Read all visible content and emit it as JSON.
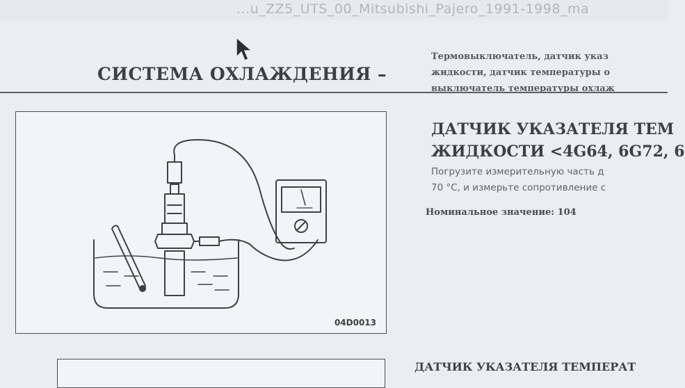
{
  "window": {
    "title": "...u_ZZ5_UTS_00_Mitsubishi_Pajero_1991-1998_ma"
  },
  "header": {
    "section_title": "СИСТЕМА ОХЛАЖДЕНИЯ –",
    "desc_lines": [
      "Термовыключатель, датчик указ",
      "жидкости, датчик температуры о",
      "выключатель температуры охлаж"
    ]
  },
  "figure": {
    "code": "04D0013"
  },
  "sensor": {
    "title_lines": [
      "ДАТЧИК УКАЗАТЕЛЯ ТЕМ",
      "ЖИДКОСТИ <4G64, 6G72, 6"
    ],
    "desc_lines": [
      "Погрузите измерительную часть д",
      "70 °C, и измерьте сопротивление с"
    ],
    "nominal": "Номинальное значение: 104"
  },
  "next_section": {
    "title": "ДАТЧИК УКАЗАТЕЛЯ ТЕМПЕРАТ"
  },
  "colors": {
    "background": "#ebeef0",
    "text": "#3a4048",
    "rule": "#58606a"
  }
}
